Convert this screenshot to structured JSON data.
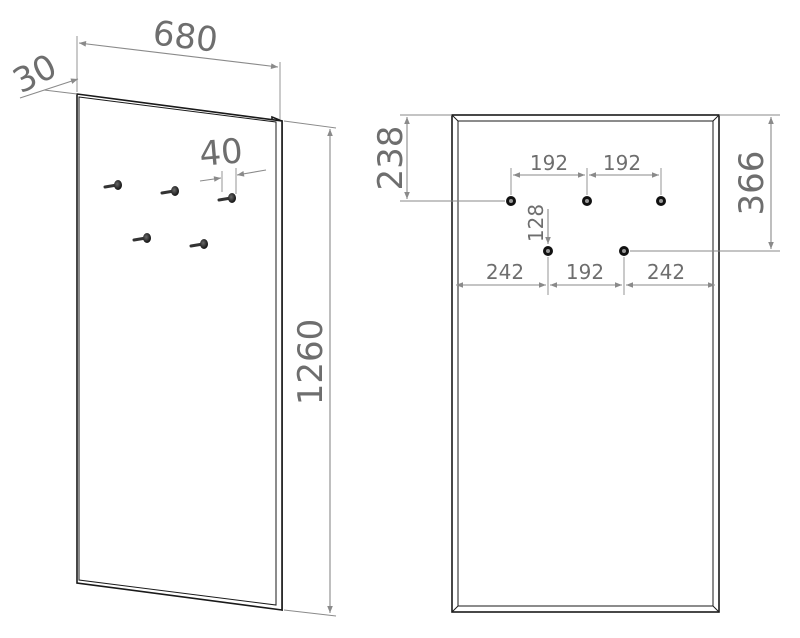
{
  "dimensions": {
    "width": "680",
    "depth": "30",
    "height": "1260",
    "hook_depth": "40",
    "top_to_upper_hooks": "238",
    "top_to_lower_hooks": "366",
    "upper_spacing_left": "192",
    "upper_spacing_right": "192",
    "row_offset": "128",
    "side_left": "242",
    "lower_spacing": "192",
    "side_right": "242"
  },
  "colors": {
    "dimension": "#8a8a8a",
    "outline": "#1a1a1a",
    "hook": "#2a2a2a"
  },
  "icons": {
    "hook": "coat-hook-icon"
  }
}
